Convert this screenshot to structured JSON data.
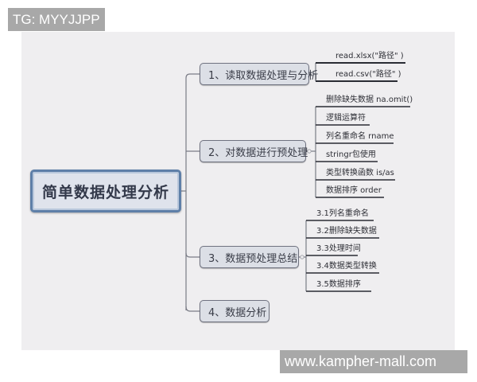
{
  "watermarks": {
    "top_left": "TG: MYYJJPP",
    "bottom_right": "www.kampher-mall.com"
  },
  "mindmap": {
    "root": "简单数据处理分析",
    "branches": [
      {
        "label": "1、读取数据处理与分析",
        "children": [
          "read.xlsx(\"路径\" )",
          "read.csv(\"路径\" )"
        ]
      },
      {
        "label": "2、对数据进行预处理",
        "children": [
          "删除缺失数据 na.omit()",
          "逻辑运算符",
          "列名重命名 rname",
          "stringr包使用",
          "类型转换函数 is/as",
          "数据排序 order"
        ]
      },
      {
        "label": "3、数据预处理总结",
        "children": [
          "3.1列名重命名",
          "3.2删除缺失数据",
          "3.3处理时间",
          "3.4数据类型转换",
          "3.5数据排序"
        ]
      },
      {
        "label": "4、数据分析",
        "children": []
      }
    ]
  },
  "colors": {
    "canvas_bg": "#efeef0",
    "root_border": "#5e7fa8",
    "node_fill": "#dcdfe6",
    "line": "#7a7c86",
    "watermark_bg": "#a8a8a8"
  }
}
